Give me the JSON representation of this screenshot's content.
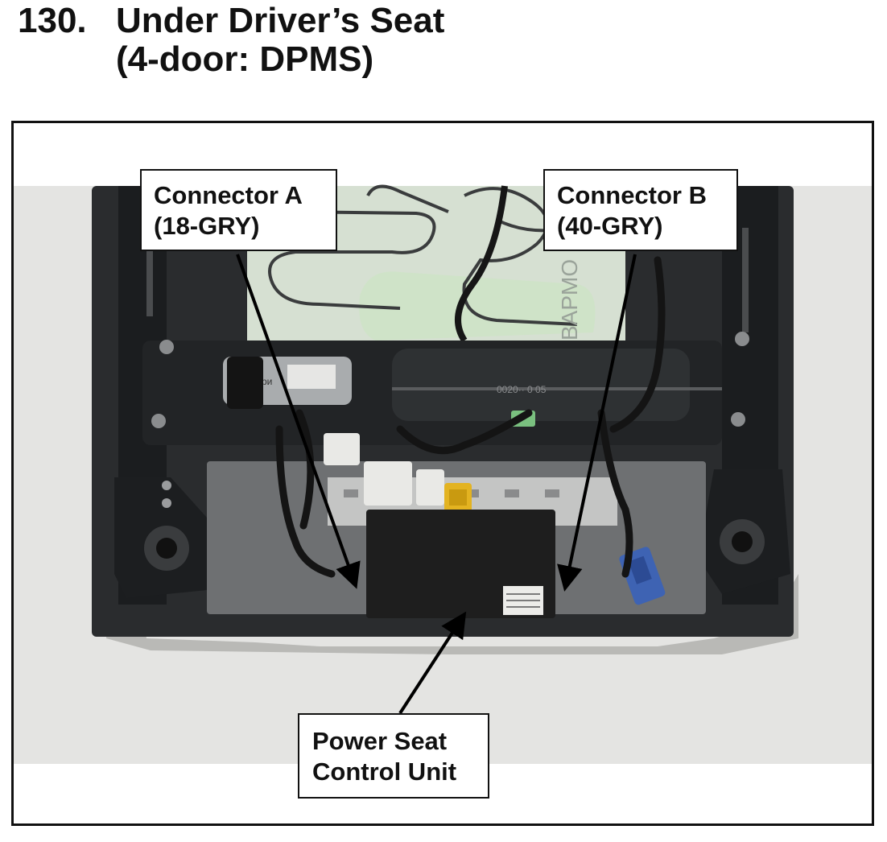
{
  "figure": {
    "number": "130.",
    "title_line1": "Under Driver’s Seat",
    "title_line2": "(4-door: DPMS)"
  },
  "callouts": {
    "connector_a": {
      "line1": "Connector A",
      "line2": "(18-GRY)"
    },
    "connector_b": {
      "line1": "Connector B",
      "line2": "(40-GRY)"
    },
    "control_unit": {
      "line1": "Power Seat",
      "line2": "Control Unit"
    }
  },
  "photo_labels": {
    "foam_print": "BAPMO",
    "motor_print": "Ари",
    "rail_print": "0020··  0  05"
  },
  "colors": {
    "frame_black": "#1b1d1f",
    "backdrop": "#e4e4e2",
    "foam_green": "#cfe3c8",
    "connector_gray": "#e9e9e6",
    "connector_yellow": "#e3b321",
    "connector_blue": "#3e63b3",
    "module_black": "#1e1e1e"
  }
}
